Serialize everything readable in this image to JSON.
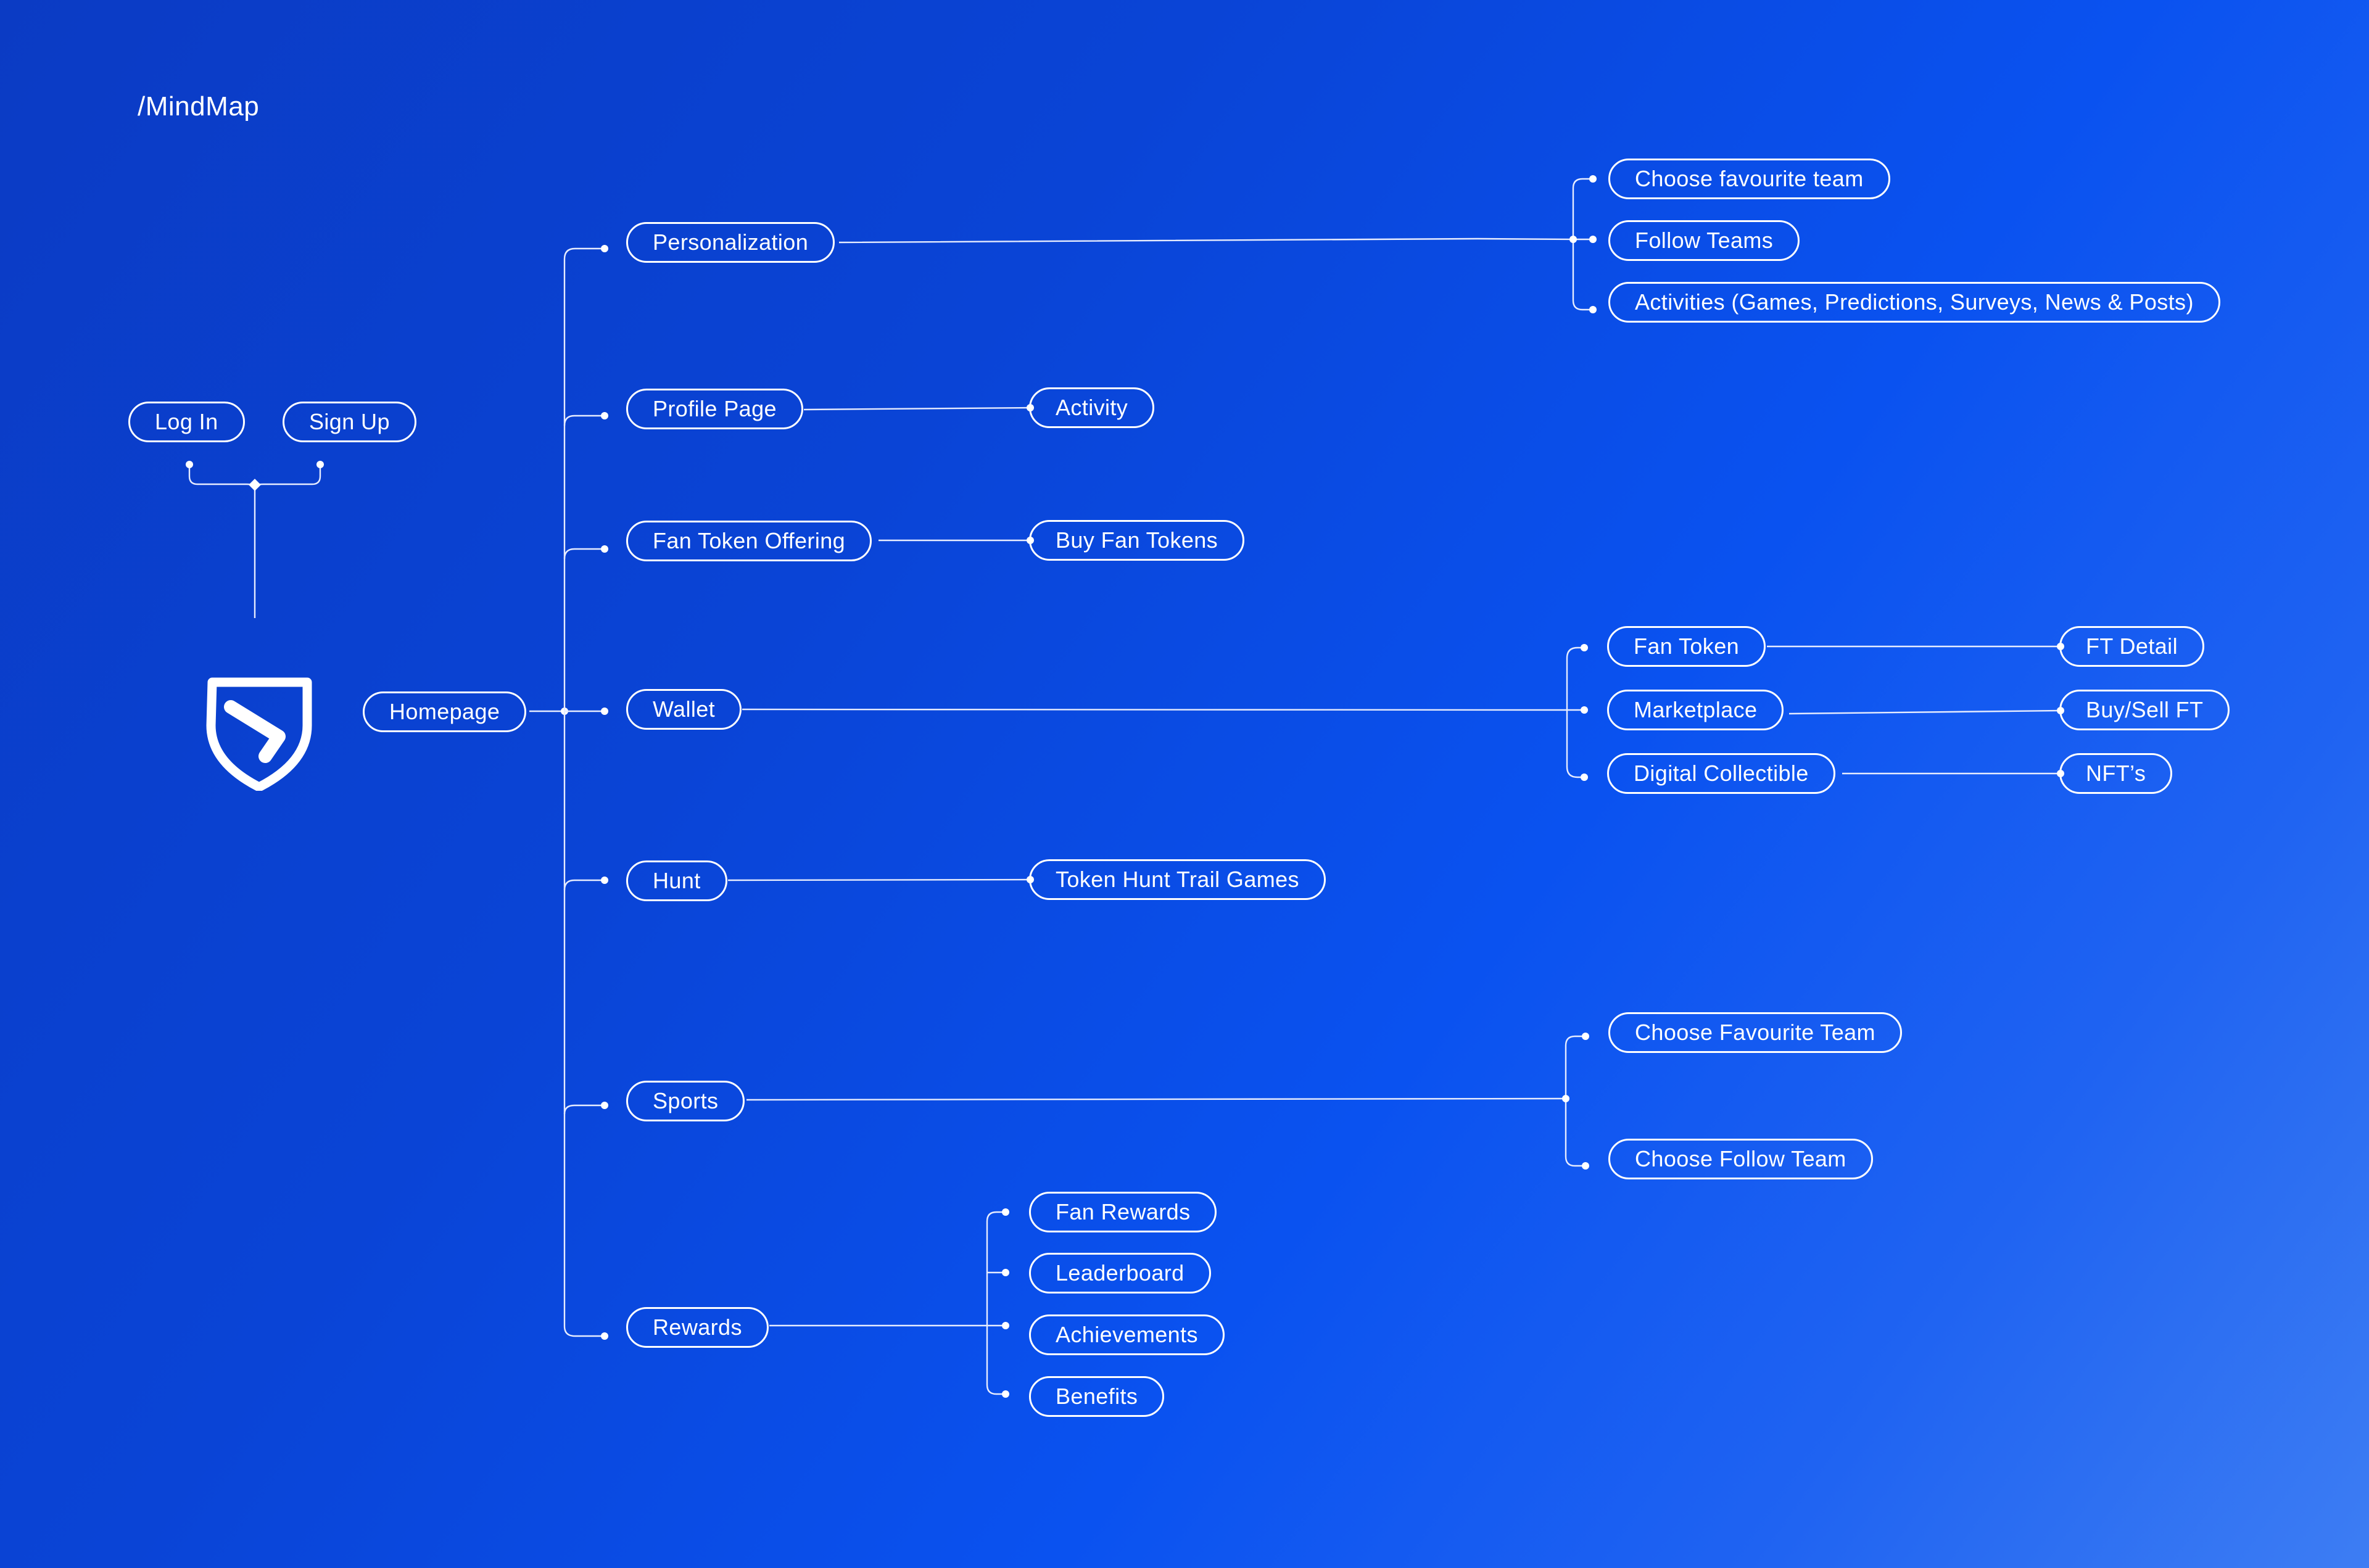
{
  "title": "/MindMap",
  "logo": {
    "icon": "shield-s-logo-icon"
  },
  "auth": {
    "login": "Log In",
    "signup": "Sign Up"
  },
  "root": "Homepage",
  "branches": {
    "personalization": {
      "label": "Personalization",
      "children": [
        "Choose favourite team",
        "Follow Teams",
        "Activities (Games, Predictions, Surveys, News & Posts)"
      ]
    },
    "profile": {
      "label": "Profile Page",
      "children": [
        "Activity"
      ]
    },
    "fan_token_offering": {
      "label": "Fan Token Offering",
      "children": [
        "Buy Fan Tokens"
      ]
    },
    "wallet": {
      "label": "Wallet",
      "children": [
        "Fan Token",
        "Marketplace",
        "Digital Collectible"
      ],
      "grandchildren": [
        "FT Detail",
        "Buy/Sell FT",
        "NFT’s"
      ]
    },
    "hunt": {
      "label": "Hunt",
      "children": [
        "Token Hunt Trail Games"
      ]
    },
    "sports": {
      "label": "Sports",
      "children": [
        "Choose Favourite Team",
        "Choose Follow Team"
      ]
    },
    "rewards": {
      "label": "Rewards",
      "children": [
        "Fan Rewards",
        "Leaderboard",
        "Achievements",
        "Benefits"
      ]
    }
  }
}
